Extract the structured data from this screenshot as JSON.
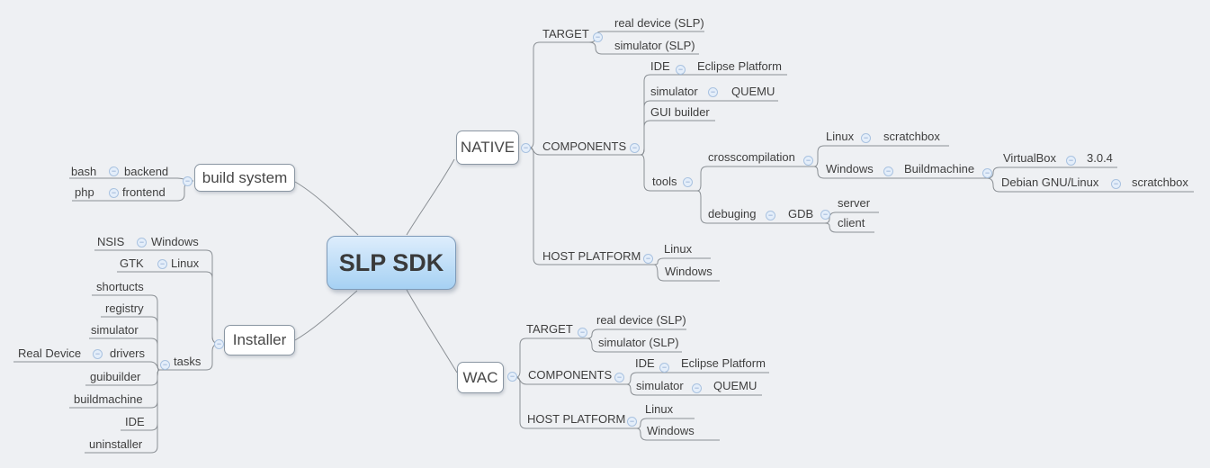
{
  "central": {
    "label": "SLP SDK"
  },
  "icons": {
    "collapse": "−"
  },
  "colors": {
    "background": "#eef0f3",
    "central_fill_top": "#ddedfc",
    "central_fill_bottom": "#a6d1f3",
    "central_border": "#7e9ab8",
    "box_fill": "#ffffff",
    "box_border": "#8b97a3",
    "line": "#8a8f94",
    "text": "#3e3e3e",
    "collapse_fill": "#e4eefa",
    "collapse_border": "#a9c2e0"
  },
  "branches": {
    "build_system": {
      "label": "build system",
      "children": [
        {
          "label": "backend",
          "children": [
            {
              "label": "bash"
            }
          ]
        },
        {
          "label": "frontend",
          "children": [
            {
              "label": "php"
            }
          ]
        }
      ]
    },
    "installer": {
      "label": "Installer",
      "children": [
        {
          "label": "Windows",
          "children": [
            {
              "label": "NSIS"
            }
          ]
        },
        {
          "label": "Linux",
          "children": [
            {
              "label": "GTK"
            }
          ]
        },
        {
          "label": "tasks",
          "children": [
            {
              "label": "shortucts"
            },
            {
              "label": "registry"
            },
            {
              "label": "simulator"
            },
            {
              "label": "drivers",
              "children": [
                {
                  "label": "Real Device"
                }
              ]
            },
            {
              "label": "guibuilder"
            },
            {
              "label": "buildmachine"
            },
            {
              "label": "IDE"
            },
            {
              "label": "uninstaller"
            }
          ]
        }
      ]
    },
    "native": {
      "label": "NATIVE",
      "children": [
        {
          "label": "TARGET",
          "children": [
            {
              "label": "real device (SLP)"
            },
            {
              "label": "simulator (SLP)"
            }
          ]
        },
        {
          "label": "COMPONENTS",
          "children": [
            {
              "label": "IDE",
              "children": [
                {
                  "label": "Eclipse Platform"
                }
              ]
            },
            {
              "label": "simulator",
              "children": [
                {
                  "label": "QUEMU"
                }
              ]
            },
            {
              "label": "GUI builder"
            },
            {
              "label": "tools",
              "children": [
                {
                  "label": "crosscompilation",
                  "children": [
                    {
                      "label": "Linux",
                      "children": [
                        {
                          "label": "scratchbox"
                        }
                      ]
                    },
                    {
                      "label": "Windows",
                      "children": [
                        {
                          "label": "Buildmachine",
                          "children": [
                            {
                              "label": "VirtualBox",
                              "children": [
                                {
                                  "label": "3.0.4"
                                }
                              ]
                            },
                            {
                              "label": "Debian GNU/Linux",
                              "children": [
                                {
                                  "label": "scratchbox"
                                }
                              ]
                            }
                          ]
                        }
                      ]
                    }
                  ]
                },
                {
                  "label": "debuging",
                  "children": [
                    {
                      "label": "GDB",
                      "children": [
                        {
                          "label": "server"
                        },
                        {
                          "label": "client"
                        }
                      ]
                    }
                  ]
                }
              ]
            }
          ]
        },
        {
          "label": "HOST PLATFORM",
          "children": [
            {
              "label": "Linux"
            },
            {
              "label": "Windows"
            }
          ]
        }
      ]
    },
    "wac": {
      "label": "WAC",
      "children": [
        {
          "label": "TARGET",
          "children": [
            {
              "label": "real device (SLP)"
            },
            {
              "label": "simulator (SLP)"
            }
          ]
        },
        {
          "label": "COMPONENTS",
          "children": [
            {
              "label": "IDE",
              "children": [
                {
                  "label": "Eclipse Platform"
                }
              ]
            },
            {
              "label": "simulator",
              "children": [
                {
                  "label": "QUEMU"
                }
              ]
            }
          ]
        },
        {
          "label": "HOST PLATFORM",
          "children": [
            {
              "label": "Linux"
            },
            {
              "label": "Windows"
            }
          ]
        }
      ]
    }
  }
}
